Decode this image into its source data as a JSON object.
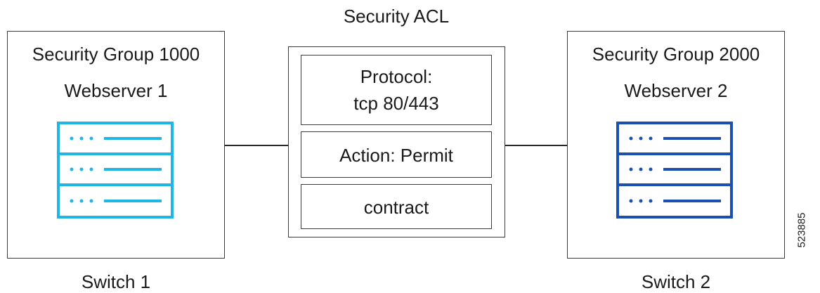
{
  "acl": {
    "title": "Security ACL",
    "protocol_line1": "Protocol:",
    "protocol_line2": "tcp 80/443",
    "action": "Action: Permit",
    "contract": "contract"
  },
  "left": {
    "group": "Security Group 1000",
    "server": "Webserver 1",
    "switch": "Switch 1",
    "icon": "server-rack-icon",
    "color": "#1fb6e6"
  },
  "right": {
    "group": "Security Group 2000",
    "server": "Webserver 2",
    "switch": "Switch 2",
    "icon": "server-rack-icon",
    "color": "#1b4fb0"
  },
  "diagram_id": "523885"
}
